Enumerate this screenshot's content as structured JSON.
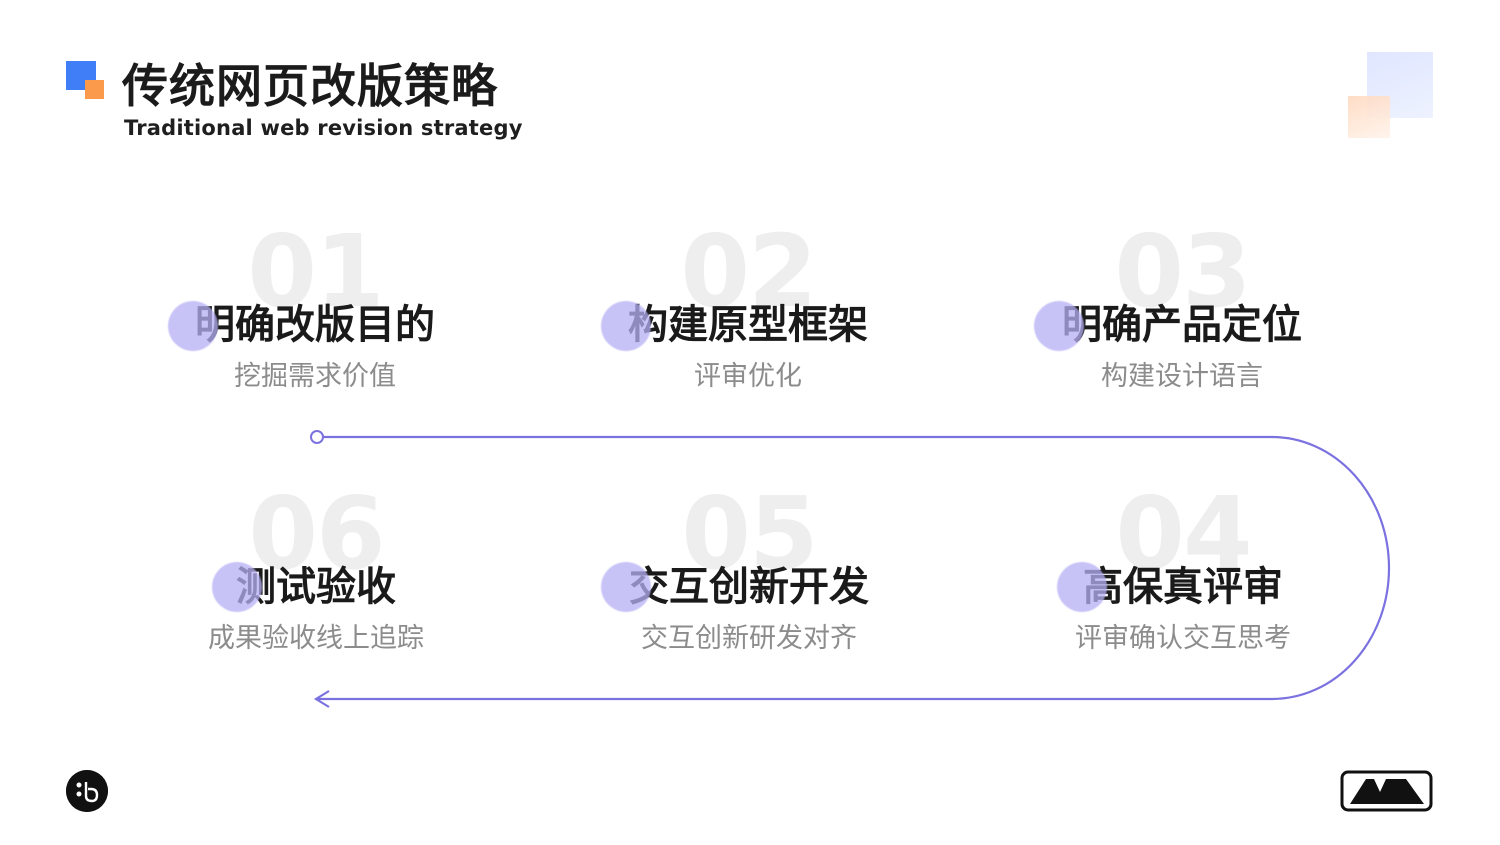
{
  "header": {
    "title": "传统网页改版策略",
    "subtitle": "Traditional web revision strategy"
  },
  "steps": [
    {
      "num": "01",
      "title": "明确改版目的",
      "desc": "挖掘需求价值"
    },
    {
      "num": "02",
      "title": "构建原型框架",
      "desc": "评审优化"
    },
    {
      "num": "03",
      "title": "明确产品定位",
      "desc": "构建设计语言"
    },
    {
      "num": "04",
      "title": "高保真评审",
      "desc": "评审确认交互思考"
    },
    {
      "num": "05",
      "title": "交互创新开发",
      "desc": "交互创新研发对齐"
    },
    {
      "num": "06",
      "title": "测试验收",
      "desc": "成果验收线上追踪"
    }
  ],
  "colors": {
    "accent": "#7b72e0",
    "logo_blue": "#3f7ef7",
    "logo_orange": "#fb9a4b"
  },
  "icons": {
    "brand_left": "swirl-logo-icon",
    "brand_right": "mountain-badge-icon"
  }
}
